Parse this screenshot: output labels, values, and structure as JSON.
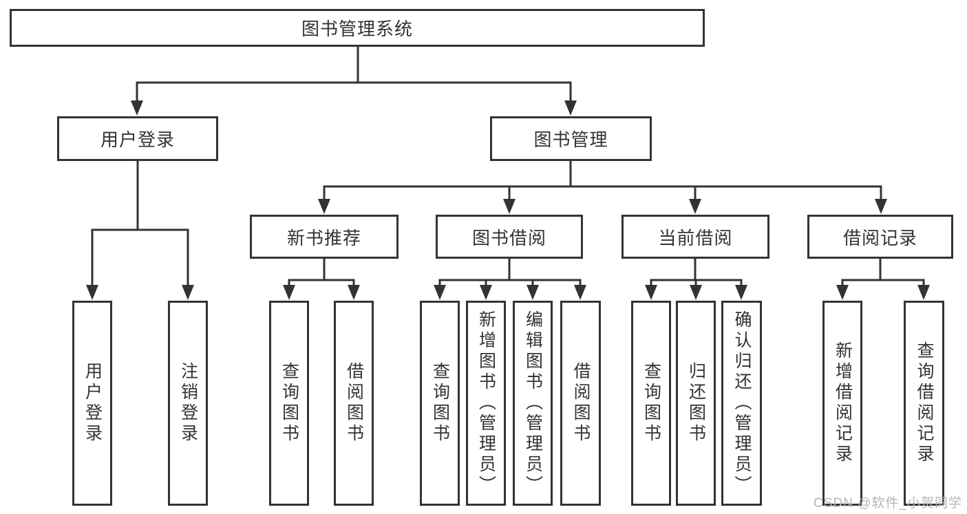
{
  "tree": {
    "label": "图书管理系统",
    "children": [
      {
        "label": "用户登录",
        "children": [
          {
            "label": "用户登录"
          },
          {
            "label": "注销登录"
          }
        ]
      },
      {
        "label": "图书管理",
        "children": [
          {
            "label": "新书推荐",
            "children": [
              {
                "label": "查询图书"
              },
              {
                "label": "借阅图书"
              }
            ]
          },
          {
            "label": "图书借阅",
            "children": [
              {
                "label": "查询图书"
              },
              {
                "label": "新增图书（管理员）"
              },
              {
                "label": "编辑图书（管理员）"
              },
              {
                "label": "借阅图书"
              }
            ]
          },
          {
            "label": "当前借阅",
            "children": [
              {
                "label": "查询图书"
              },
              {
                "label": "归还图书"
              },
              {
                "label": "确认归还（管理员）"
              }
            ]
          },
          {
            "label": "借阅记录",
            "children": [
              {
                "label": "新增借阅记录"
              },
              {
                "label": "查询借阅记录"
              }
            ]
          }
        ]
      }
    ]
  },
  "watermark": "CSDN @软件_小贺同学",
  "colors": {
    "line": "#333333",
    "text": "#333333",
    "watermark": "#b5b5b5",
    "background": "#ffffff"
  }
}
